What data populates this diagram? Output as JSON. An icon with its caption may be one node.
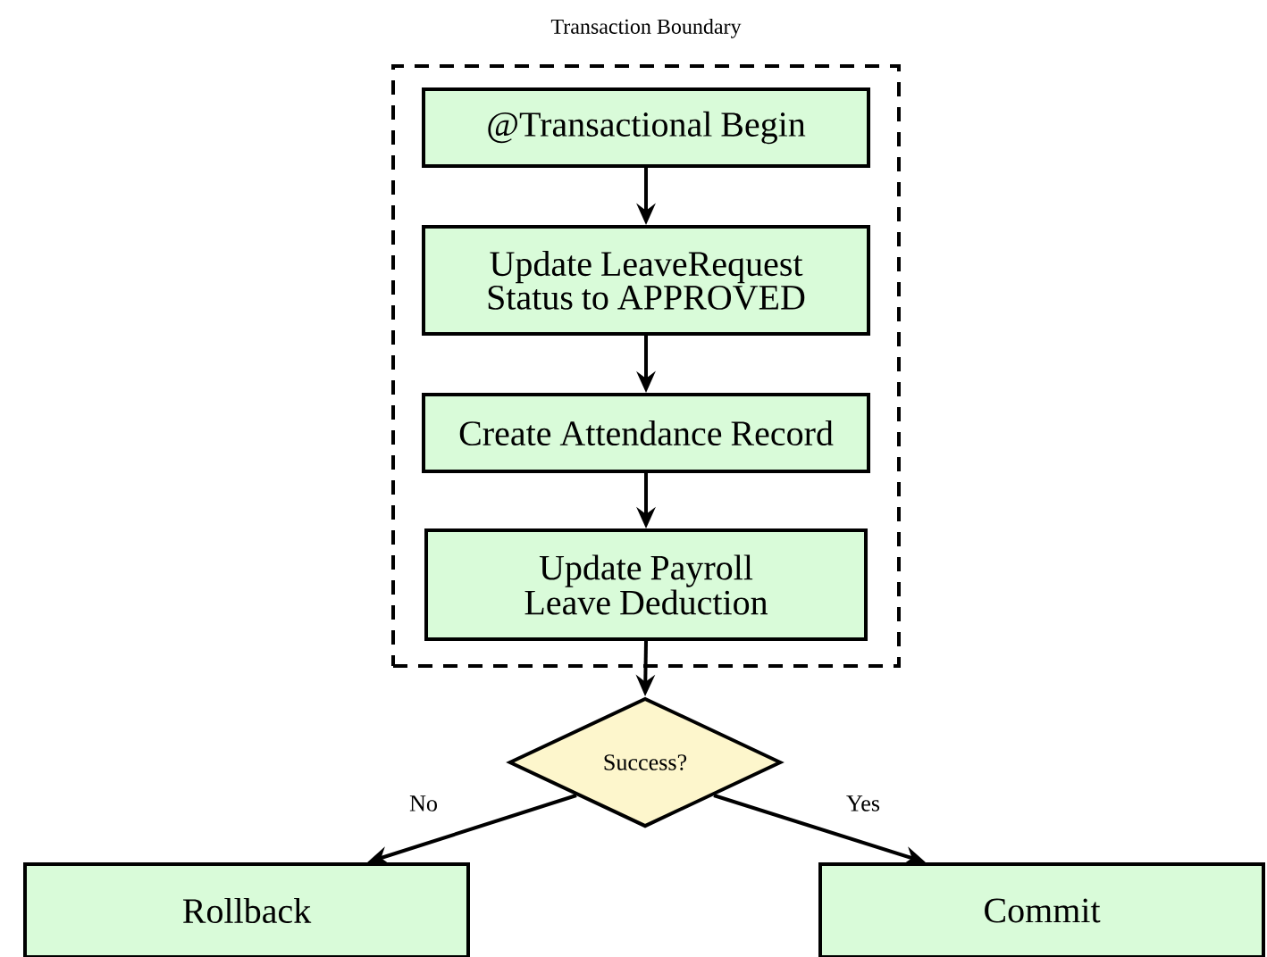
{
  "diagram": {
    "nodes": [
      {
        "text": [
          "Transaction Boundary"
        ]
      },
      {
        "text": [
          "@Transactional Begin"
        ],
        "in": 0
      },
      {
        "text": [
          "Update LeaveRequest Status to APPROVED"
        ],
        "in": 0
      },
      {
        "text": [
          "Create Attendance Record"
        ],
        "in": 0
      },
      {
        "text": [
          "Update Payroll Leave Deduction"
        ],
        "in": 0
      },
      {
        "text": [
          "Success?"
        ]
      },
      {
        "text": [
          "Rollback"
        ]
      },
      {
        "text": [
          "Commit"
        ]
      }
    ],
    "edges": [
      {
        "from": 1,
        "to": 2,
        "arrow": "to"
      },
      {
        "from": 2,
        "to": 3,
        "arrow": "to"
      },
      {
        "from": 3,
        "to": 4,
        "arrow": "to"
      },
      {
        "from": 4,
        "to": 5,
        "arrow": "to"
      },
      {
        "from": 5,
        "to": 6,
        "arrow": "to",
        "label": "No"
      },
      {
        "from": 5,
        "to": 7,
        "arrow": "to",
        "label": "Yes"
      }
    ]
  }
}
